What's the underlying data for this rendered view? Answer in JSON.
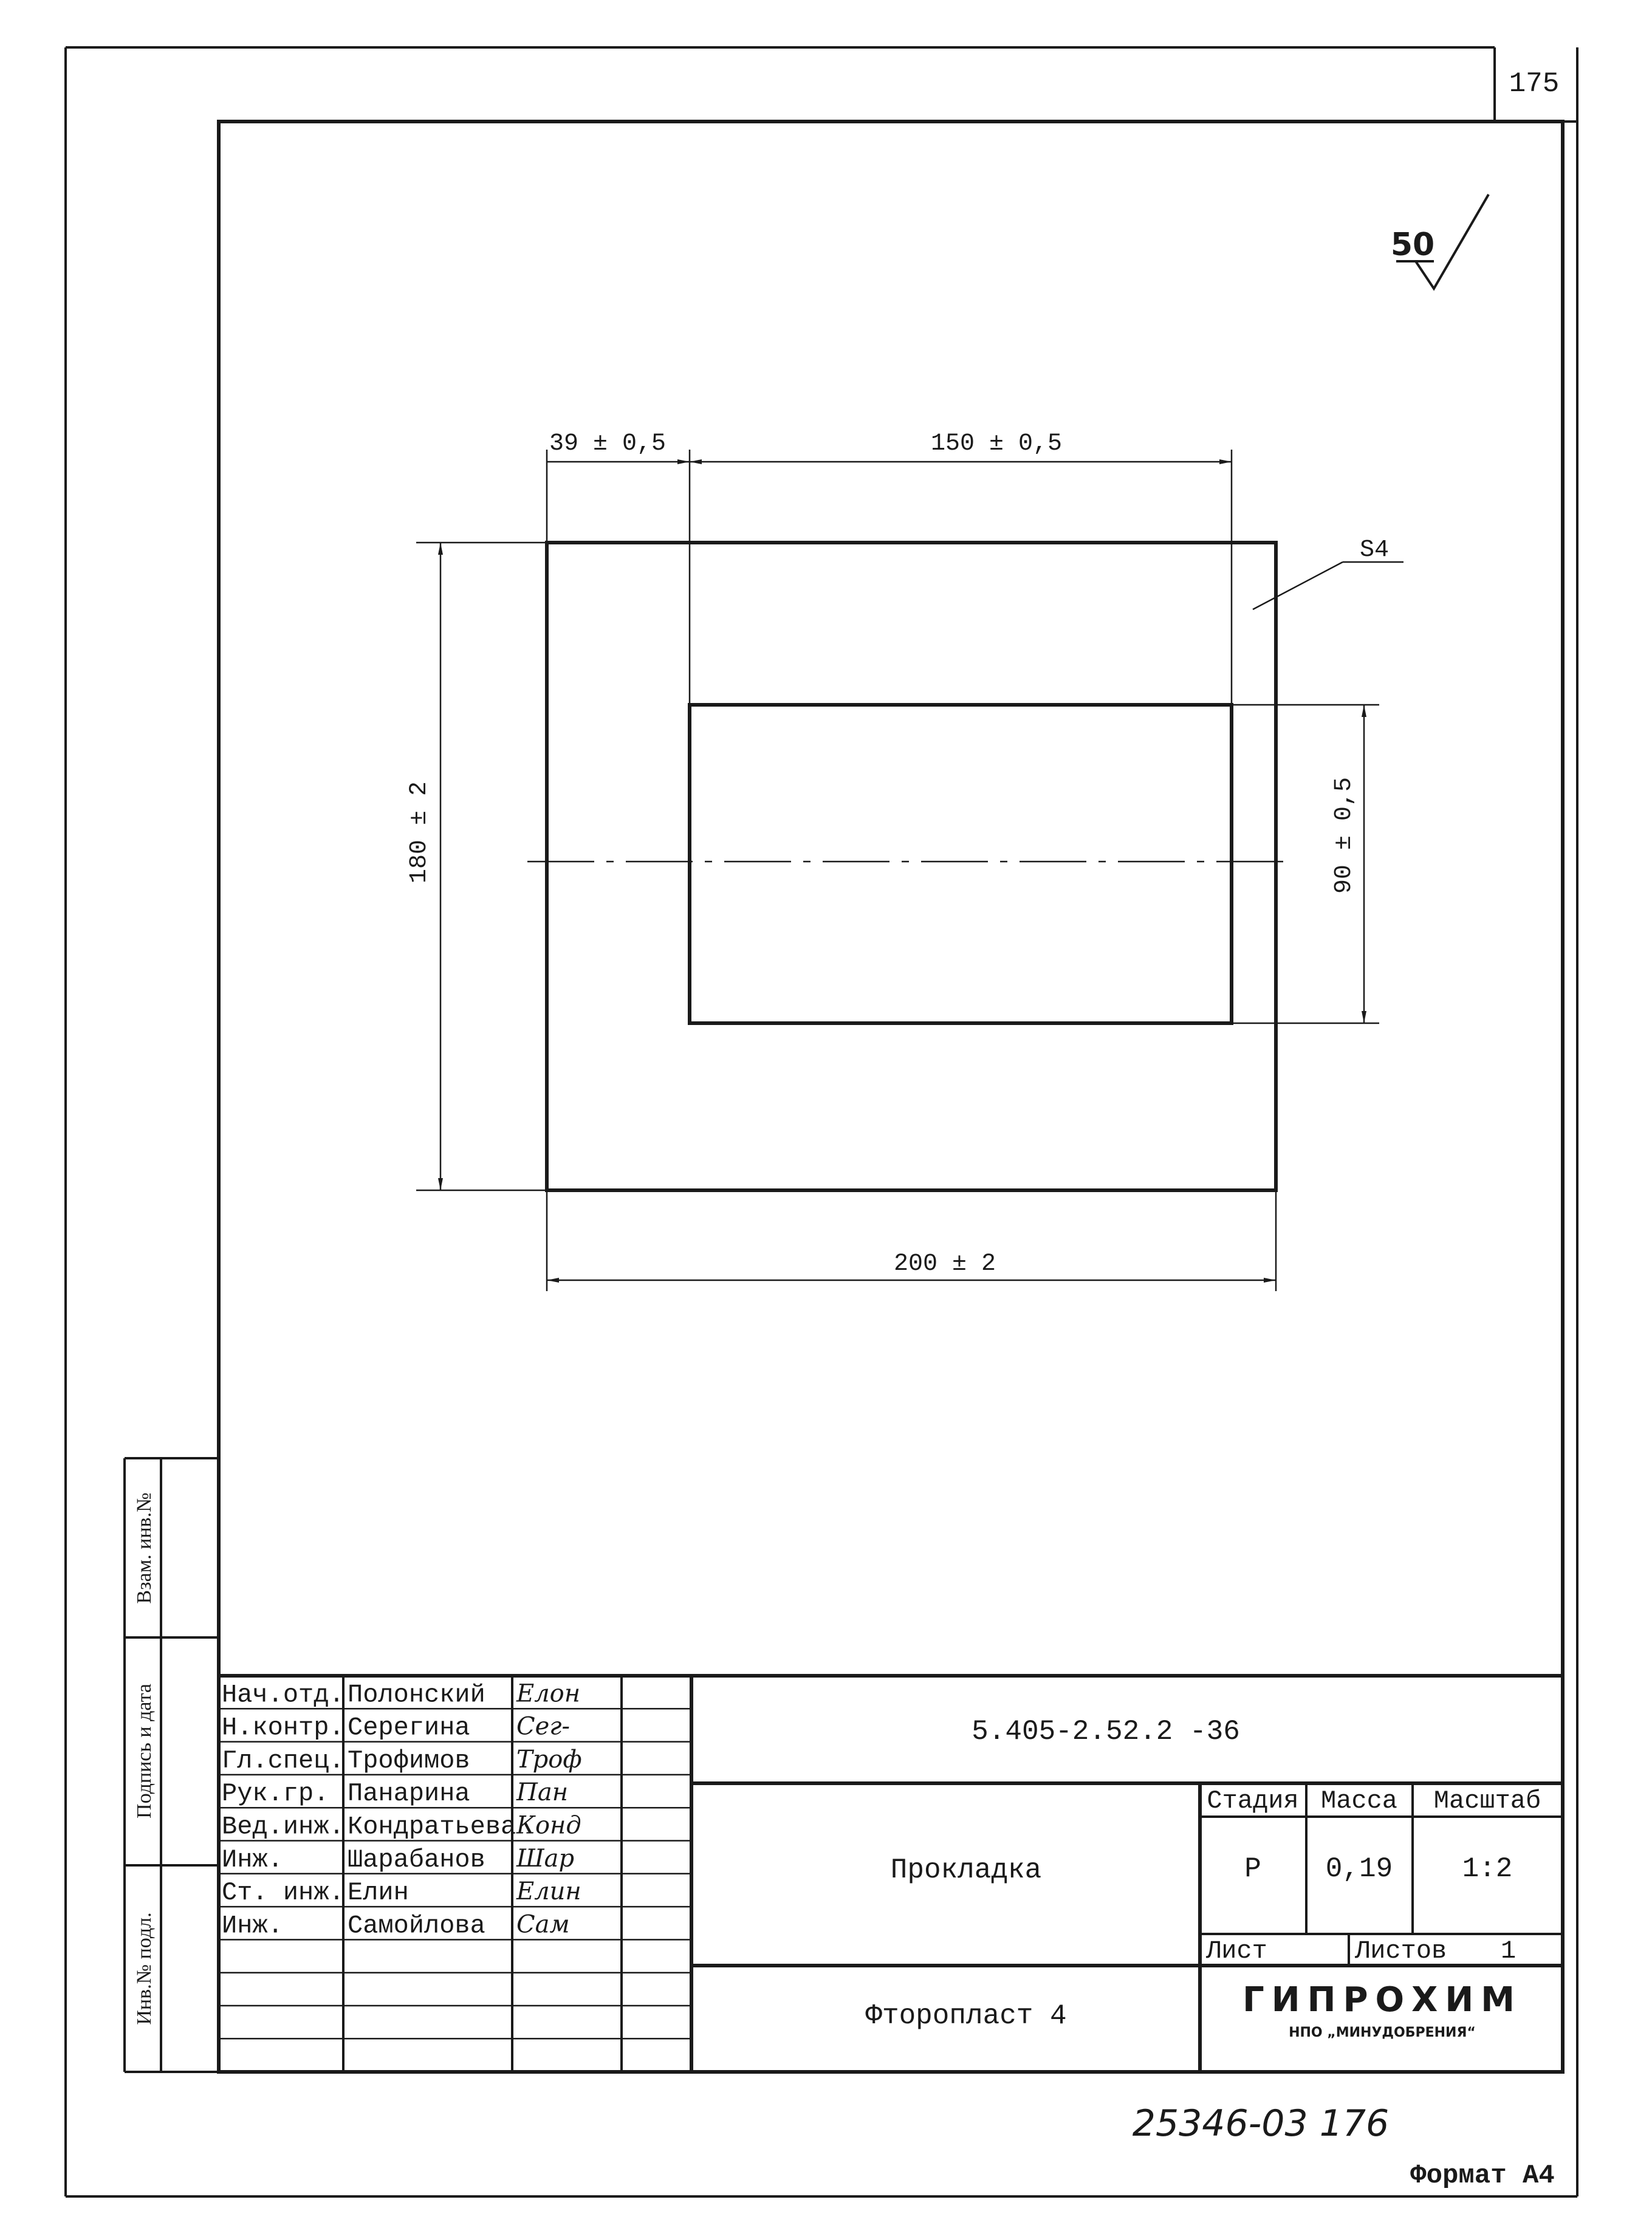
{
  "page": {
    "page_number": "175",
    "format": "Формат А4",
    "archive_number": "25346-03  176"
  },
  "drawing": {
    "roughness": "50",
    "thickness": "S4",
    "dimensions": {
      "top_left": "39 ± 0,5",
      "top_right": "150 ± 0,5",
      "left": "180 ± 2",
      "right": "90 ± 0,5",
      "bottom": "200 ± 2"
    }
  },
  "side_stamp": {
    "vzam": "Взам. инв.№",
    "podpis": "Подпись и дата",
    "inv_podl": "Инв.№ подл."
  },
  "title_block": {
    "personnel": [
      {
        "role": "Нач.отд.",
        "name": "Полонский",
        "sign": "Елон"
      },
      {
        "role": "Н.контр.",
        "name": "Серегина",
        "sign": "Сег-"
      },
      {
        "role": "Гл.спец.",
        "name": "Трофимов",
        "sign": "Троф"
      },
      {
        "role": "Рук.гр.",
        "name": "Панарина",
        "sign": "Пан"
      },
      {
        "role": "Вед.инж.",
        "name": "Кондратьева",
        "sign": "Конд"
      },
      {
        "role": "Инж.",
        "name": "Шарабанов",
        "sign": "Шар"
      },
      {
        "role": "Ст. инж.",
        "name": "Елин",
        "sign": "Елин"
      },
      {
        "role": "Инж.",
        "name": "Самойлова",
        "sign": "Сам"
      }
    ],
    "doc_code": "5.405-2.52.2 -36",
    "item_name": "Прокладка",
    "material": "Фторопласт 4",
    "headers": {
      "stage": "Стадия",
      "mass": "Масса",
      "scale": "Масштаб",
      "sheet": "Лист",
      "sheets": "Листов"
    },
    "values": {
      "stage": "Р",
      "mass": "0,19",
      "scale": "1:2",
      "sheet": "",
      "sheets": "1"
    },
    "org": {
      "name": "ГИПРОХИМ",
      "sub": "НПО „МИНУДОБРЕНИЯ“"
    }
  }
}
